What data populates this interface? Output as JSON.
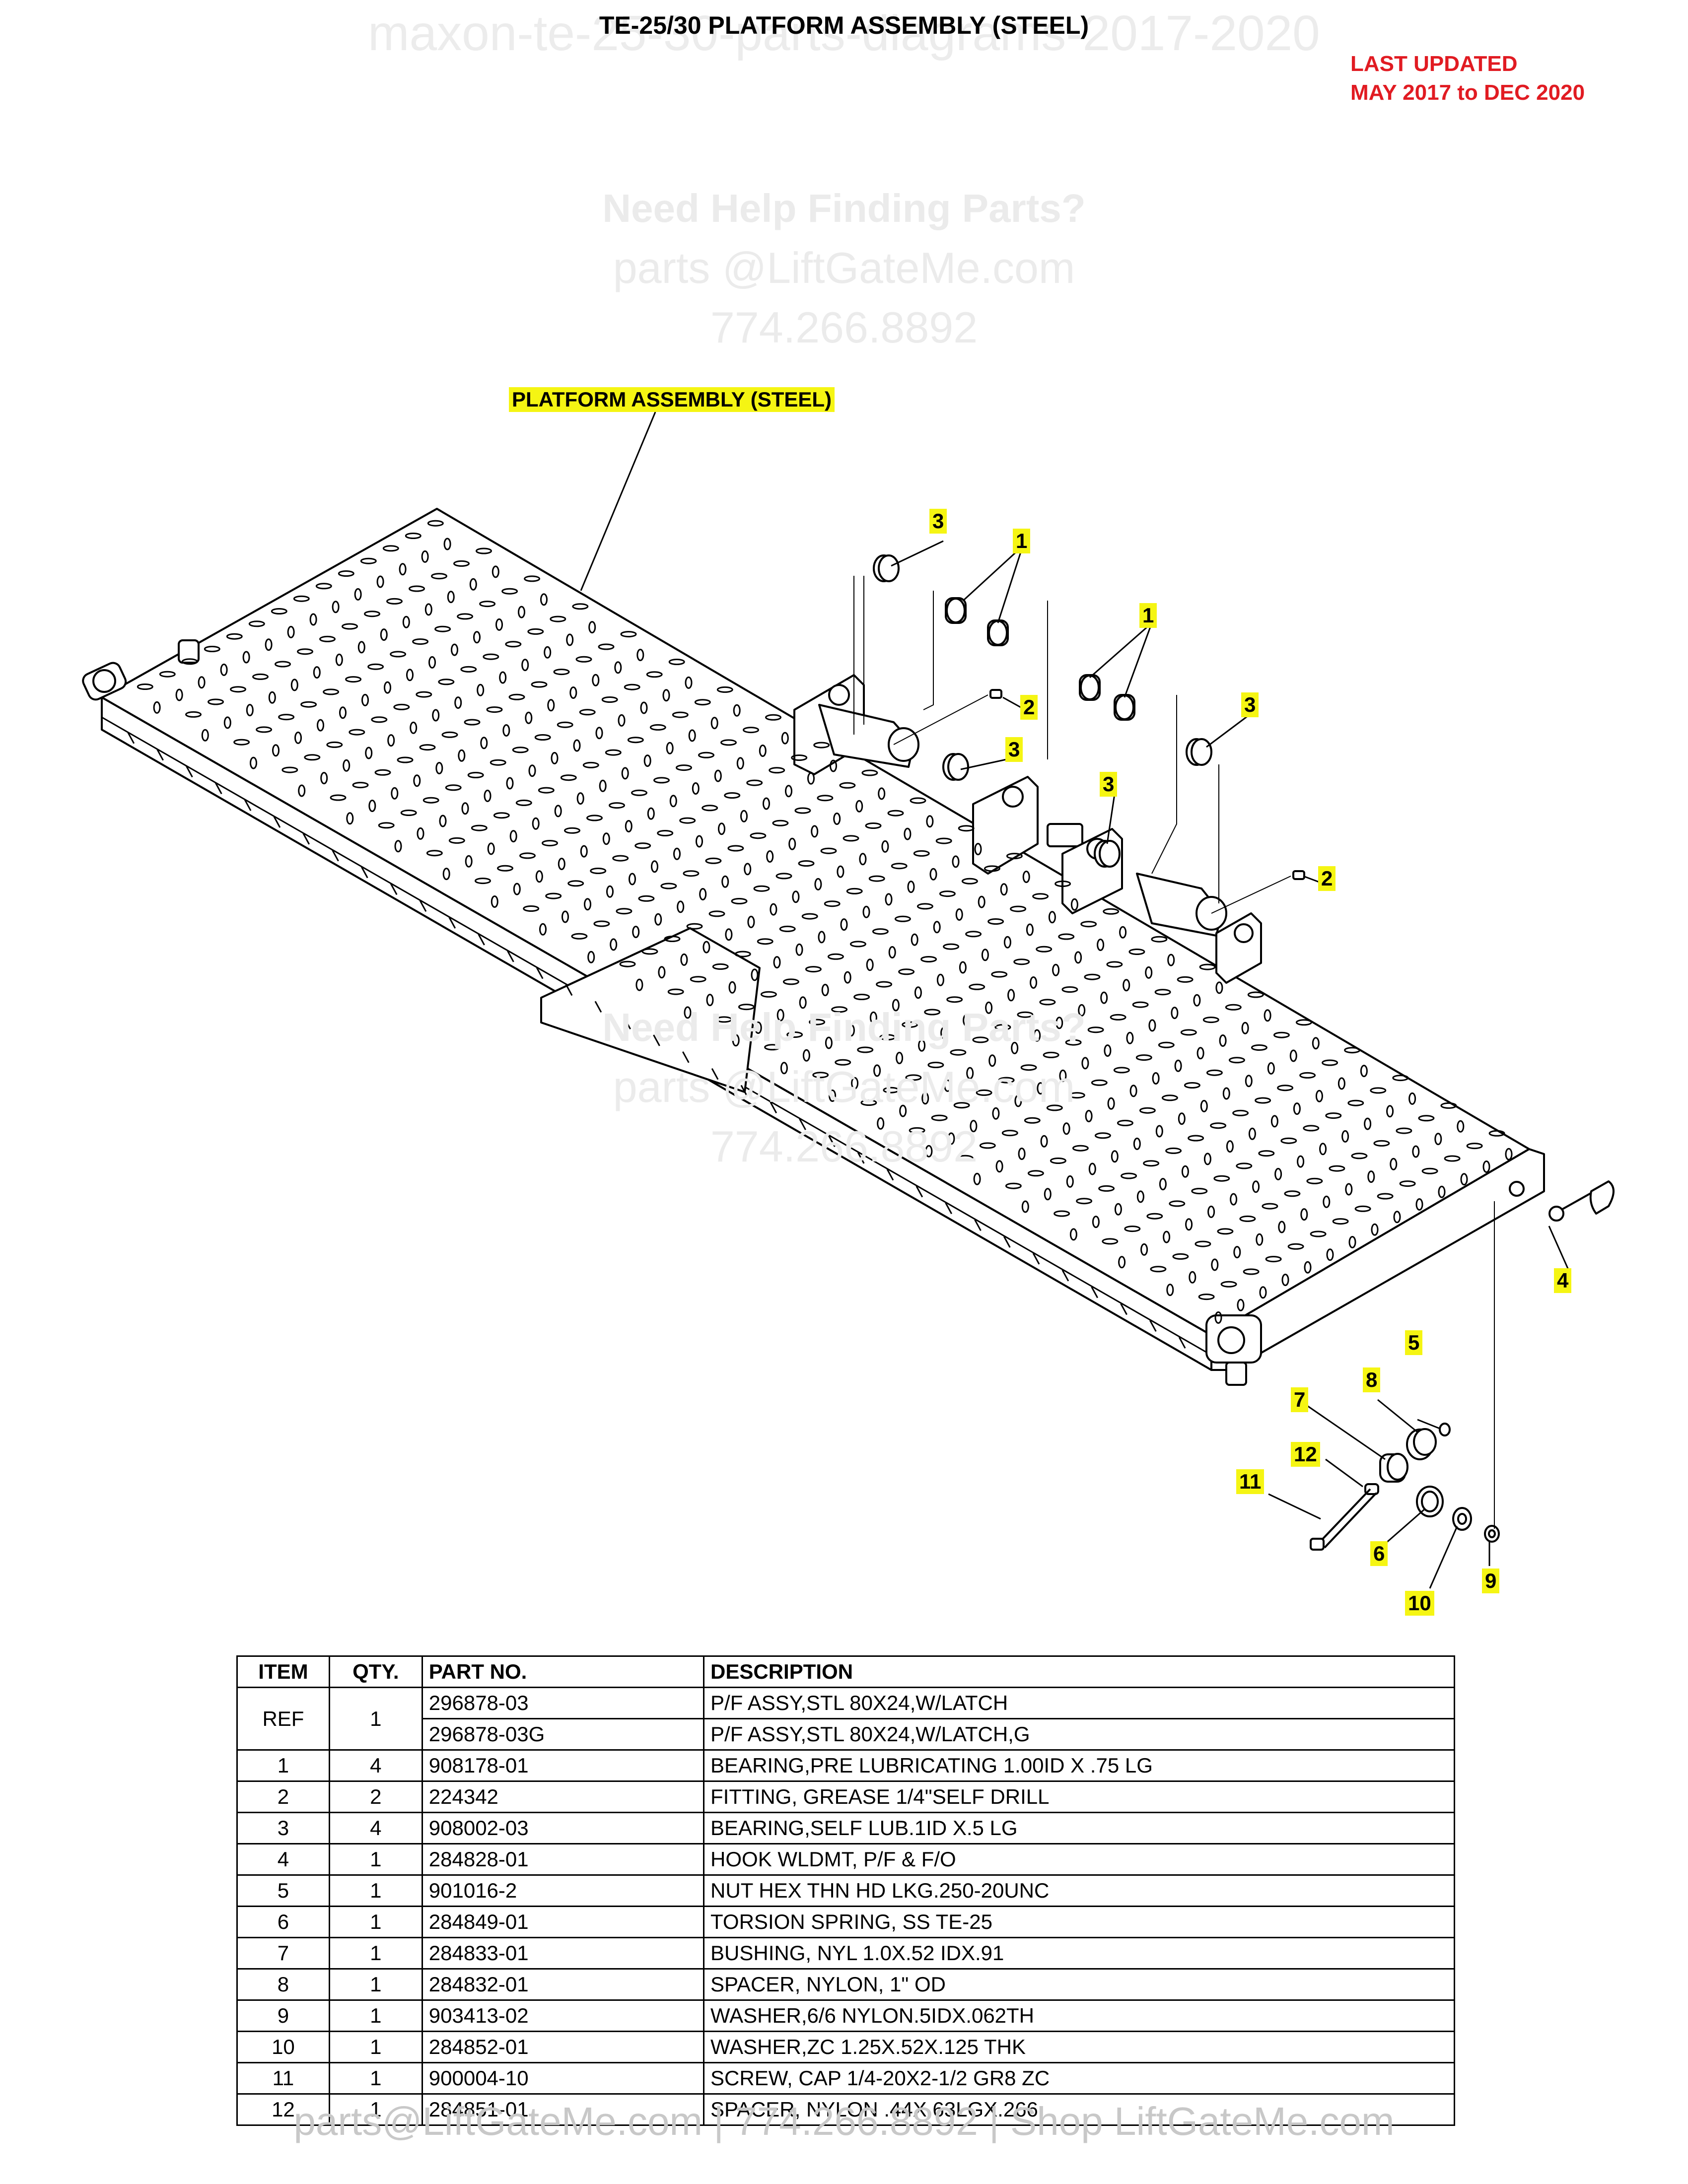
{
  "watermark_top": "maxon-te-25-30-parts-diagrams-2017-2020",
  "title": "TE-25/30 PLATFORM ASSEMBLY (STEEL)",
  "last_updated": {
    "line1": "LAST UPDATED",
    "line2": "MAY 2017 to DEC 2020"
  },
  "help": {
    "line1": "Need Help Finding Parts?",
    "line2": "parts @LiftGateMe.com",
    "line3": "774.266.8892"
  },
  "assembly_label": "PLATFORM ASSEMBLY (STEEL)",
  "callouts": [
    "3",
    "1",
    "1",
    "2",
    "3",
    "3",
    "3",
    "2",
    "4",
    "5",
    "8",
    "7",
    "12",
    "11",
    "6",
    "10",
    "9"
  ],
  "table": {
    "headers": [
      "ITEM",
      "QTY.",
      "PART NO.",
      "DESCRIPTION"
    ],
    "ref": {
      "item": "REF",
      "qty": "1",
      "rows": [
        {
          "part_no": "296878-03",
          "description": "P/F ASSY,STL 80X24,W/LATCH"
        },
        {
          "part_no": "296878-03G",
          "description": "P/F ASSY,STL 80X24,W/LATCH,G"
        }
      ]
    },
    "rows": [
      {
        "item": "1",
        "qty": "4",
        "part_no": "908178-01",
        "description": "BEARING,PRE LUBRICATING 1.00ID X .75 LG"
      },
      {
        "item": "2",
        "qty": "2",
        "part_no": "224342",
        "description": "FITTING, GREASE 1/4\"SELF DRILL"
      },
      {
        "item": "3",
        "qty": "4",
        "part_no": "908002-03",
        "description": "BEARING,SELF LUB.1ID X.5 LG"
      },
      {
        "item": "4",
        "qty": "1",
        "part_no": "284828-01",
        "description": "HOOK WLDMT, P/F & F/O"
      },
      {
        "item": "5",
        "qty": "1",
        "part_no": "901016-2",
        "description": "NUT HEX THN HD LKG.250-20UNC"
      },
      {
        "item": "6",
        "qty": "1",
        "part_no": "284849-01",
        "description": "TORSION SPRING, SS TE-25"
      },
      {
        "item": "7",
        "qty": "1",
        "part_no": "284833-01",
        "description": "BUSHING, NYL 1.0X.52 IDX.91"
      },
      {
        "item": "8",
        "qty": "1",
        "part_no": "284832-01",
        "description": "SPACER, NYLON, 1\" OD"
      },
      {
        "item": "9",
        "qty": "1",
        "part_no": "903413-02",
        "description": "WASHER,6/6 NYLON.5IDX.062TH"
      },
      {
        "item": "10",
        "qty": "1",
        "part_no": "284852-01",
        "description": "WASHER,ZC 1.25X.52X.125 THK"
      },
      {
        "item": "11",
        "qty": "1",
        "part_no": "900004-10",
        "description": "SCREW, CAP 1/4-20X2-1/2 GR8 ZC"
      },
      {
        "item": "12",
        "qty": "1",
        "part_no": "284851-01",
        "description": "SPACER, NYLON .44X.63LGX.266"
      }
    ]
  },
  "footer": "parts@LiftGateMe.com | 774.266.8892 | Shop LiftGateMe.com",
  "colors": {
    "highlight": "#f5f513",
    "updated_red": "#e11b22",
    "watermark": "#ebebeb"
  }
}
